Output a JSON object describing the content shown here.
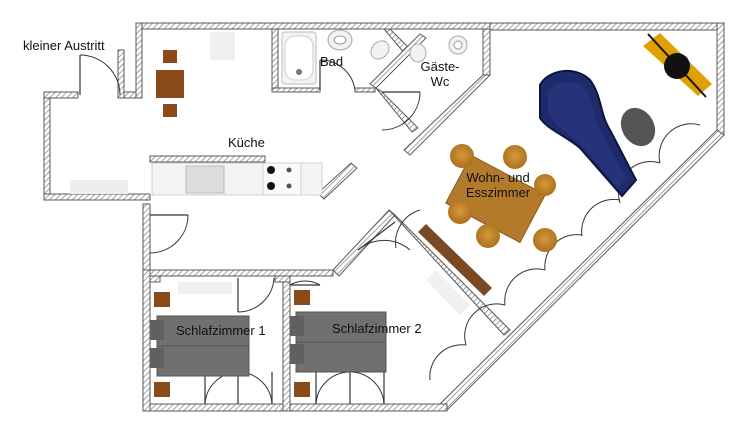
{
  "rooms": {
    "balcony": "kleiner Austritt",
    "kitchen": "Küche",
    "bath": "Bad",
    "guest_wc_line1": "Gäste-",
    "guest_wc_line2": "Wc",
    "living_line1": "Wohn- und",
    "living_line2": "Esszimmer",
    "bedroom1": "Schlafzimmer 1",
    "bedroom2": "Schlafzimmer 2"
  },
  "colors": {
    "wall_outline": "#6e6e6e",
    "wood": "#b27a2a",
    "dark_wood": "#8a4a1a",
    "sofa": "#1f2a6b",
    "bed": "#6e6e6e",
    "lamp_accent": "#e0a000"
  }
}
